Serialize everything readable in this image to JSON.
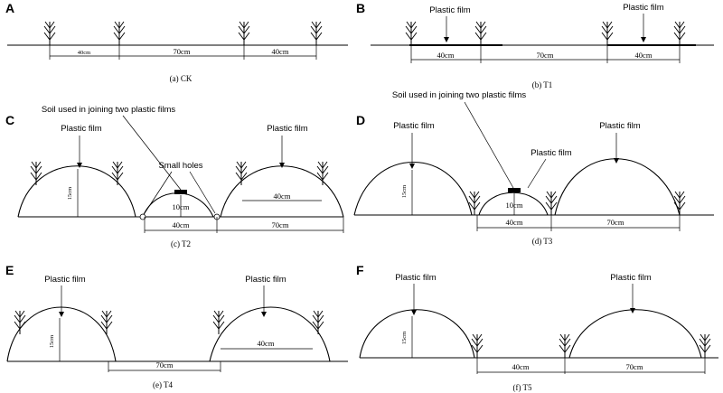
{
  "panels": {
    "A": {
      "letter": "A",
      "caption": "(a) CK",
      "dims": [
        "40cm",
        "70cm",
        "40cm"
      ]
    },
    "B": {
      "letter": "B",
      "caption": "(b) T1",
      "film_labels": [
        "Plastic film",
        "Plastic film"
      ],
      "dims": [
        "40cm",
        "70cm",
        "40cm"
      ]
    },
    "C": {
      "letter": "C",
      "caption": "(c) T2",
      "callout": "Soil used in joining two plastic films",
      "holes_label": "Small holes",
      "film_labels": [
        "Plastic film",
        "Plastic film"
      ],
      "dims": [
        "40cm",
        "70cm"
      ],
      "ridge_width": "40cm",
      "height": "15cm",
      "small_height": "10cm"
    },
    "D": {
      "letter": "D",
      "caption": "(d) T3",
      "callout": "Soil used in joining two plastic films",
      "film_labels": [
        "Plastic film",
        "Plastic film",
        "Plastic film"
      ],
      "dims": [
        "40cm",
        "70cm"
      ],
      "height": "15cm",
      "small_height": "10cm"
    },
    "E": {
      "letter": "E",
      "caption": "(e) T4",
      "film_labels": [
        "Plastic film",
        "Plastic film"
      ],
      "dims": [
        "70cm"
      ],
      "ridge_width": "40cm",
      "height": "15cm"
    },
    "F": {
      "letter": "F",
      "caption": "(f) T5",
      "film_labels": [
        "Plastic film",
        "Plastic film"
      ],
      "dims": [
        "40cm",
        "70cm"
      ],
      "height": "15cm"
    }
  }
}
